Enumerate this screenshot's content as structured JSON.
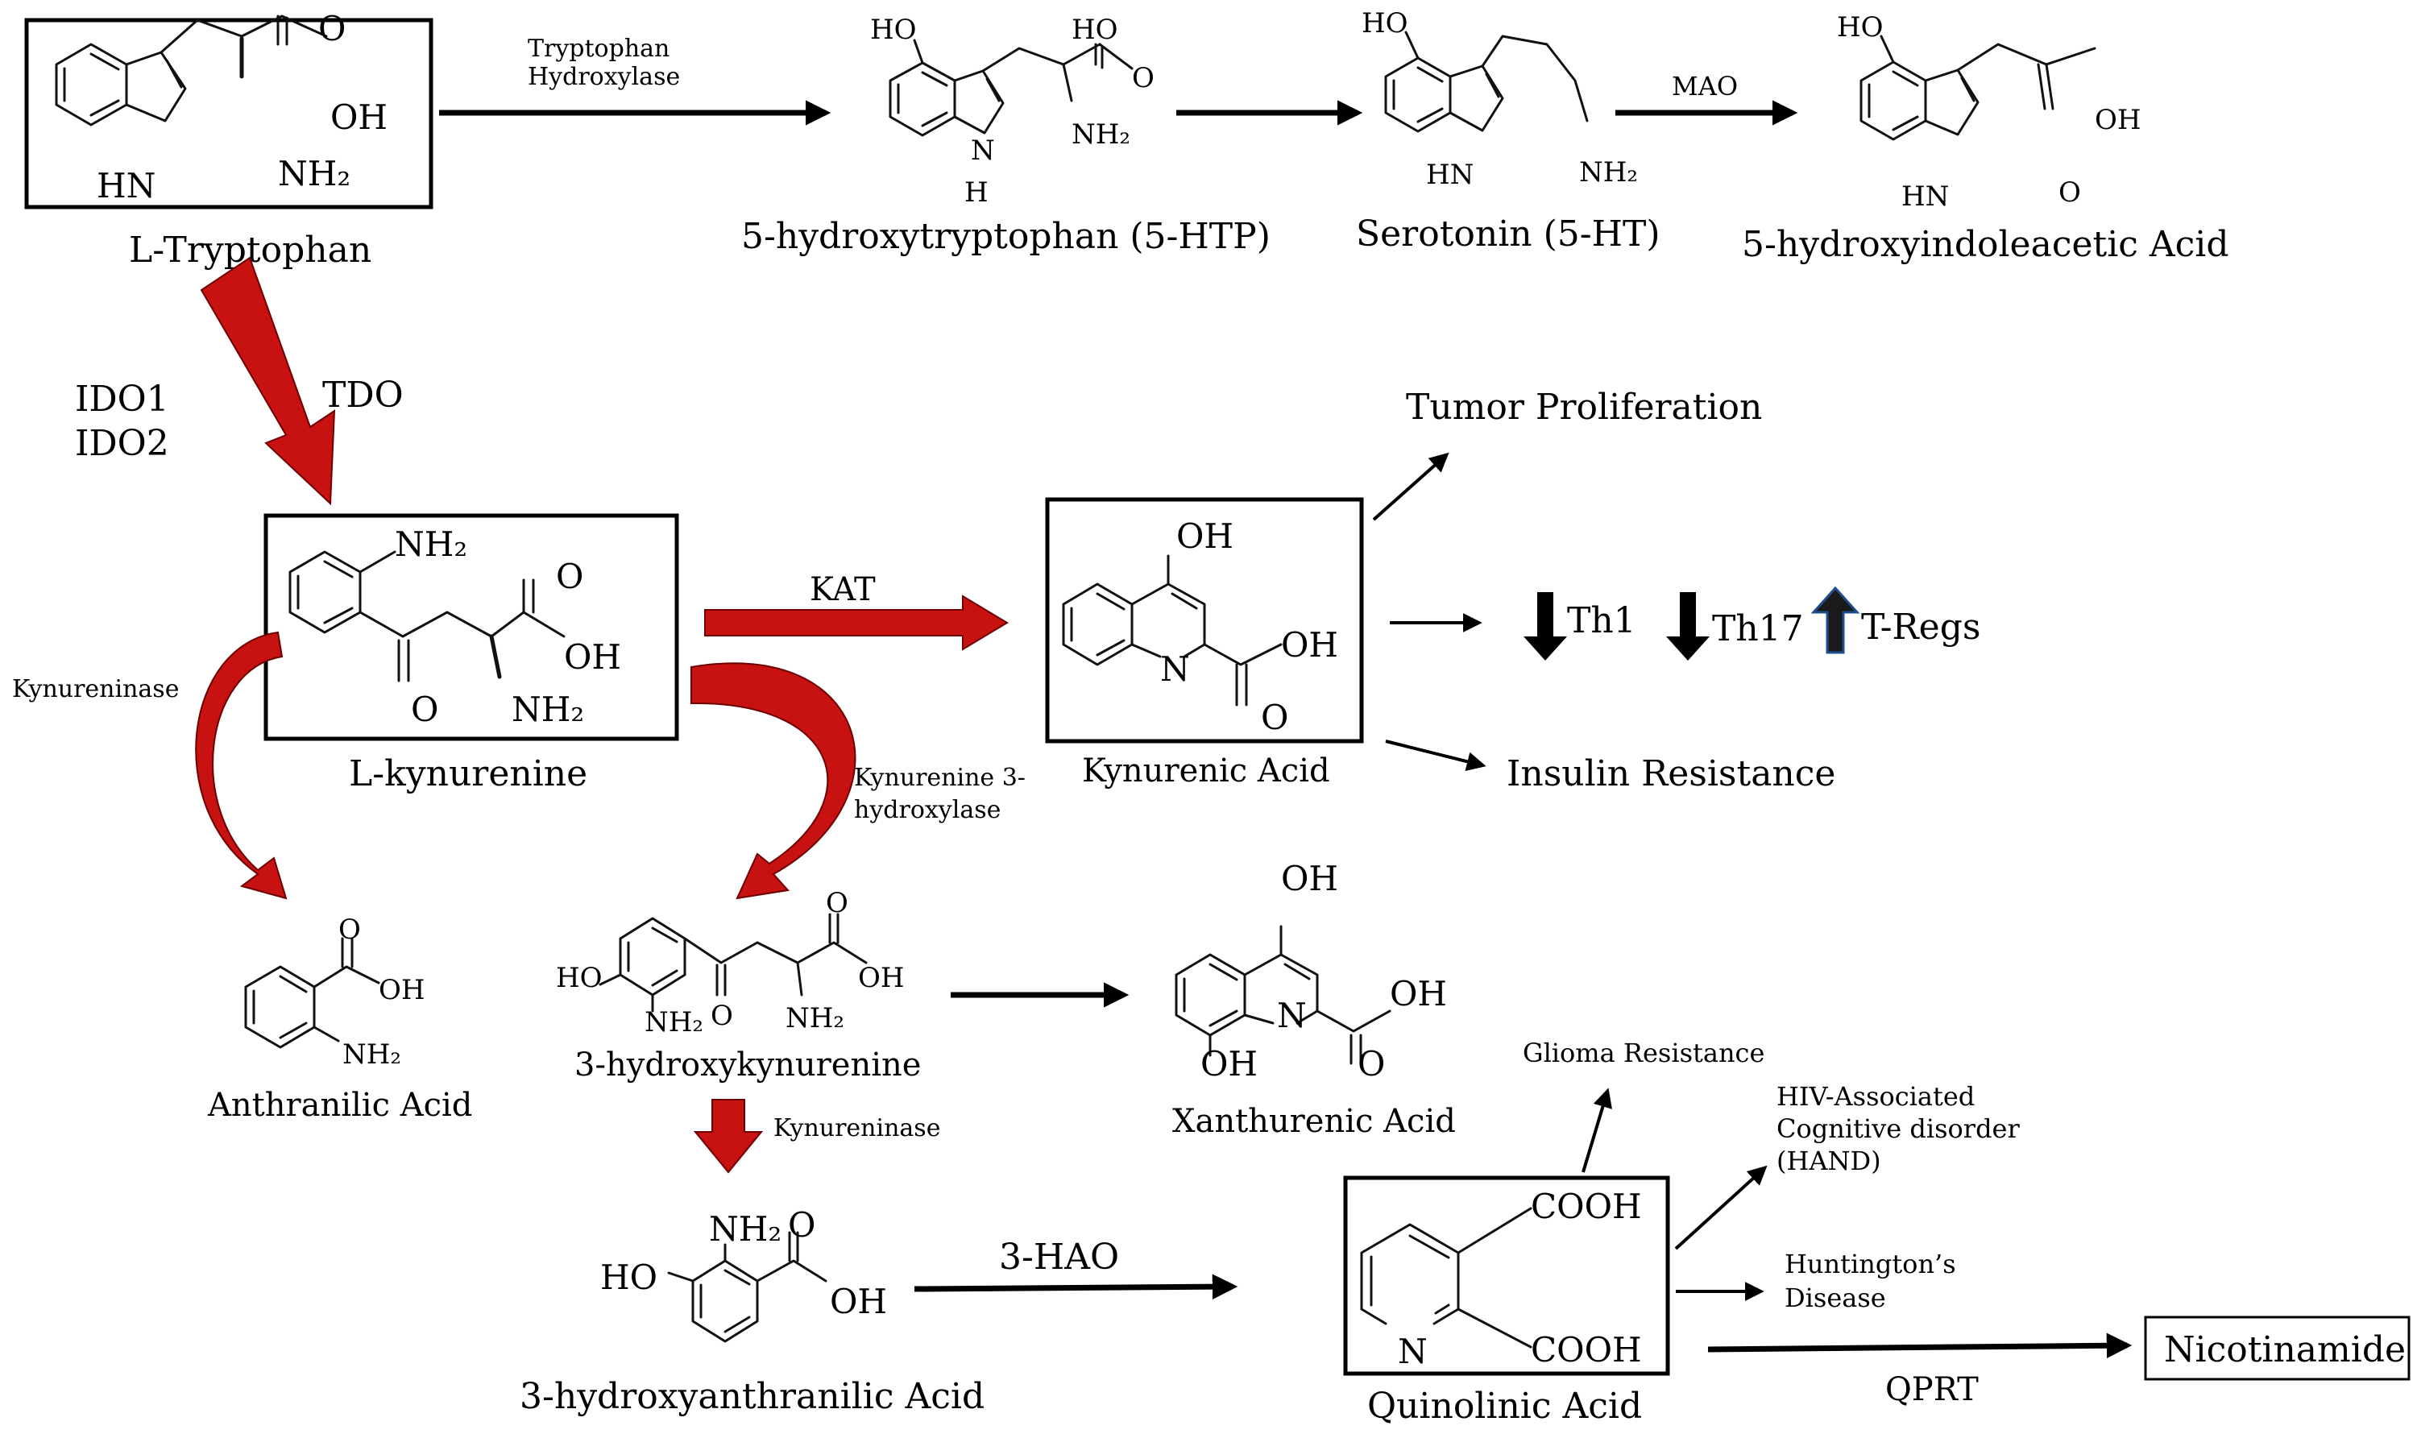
{
  "molecules": {
    "tryptophan": "L-Tryptophan",
    "htp": "5-hydroxytryptophan (5-HTP)",
    "serotonin": "Serotonin (5-HT)",
    "hiaa": "5-hydroxyindoleacetic Acid",
    "kynurenine": "L-kynurenine",
    "kynurenic": "Kynurenic Acid",
    "anthranilic": "Anthranilic Acid",
    "hydroxykynurenine": "3-hydroxykynurenine",
    "xanthurenic": "Xanthurenic Acid",
    "hydroxyanthranilic": "3-hydroxyanthranilic Acid",
    "quinolinic": "Quinolinic Acid",
    "nicotinamide": "Nicotinamide"
  },
  "enzymes": {
    "tph_line1": "Tryptophan",
    "tph_line2": "Hydroxylase",
    "mao": "MAO",
    "ido1": "IDO1",
    "ido2": "IDO2",
    "tdo": "TDO",
    "kat": "KAT",
    "kynureninase_left": "Kynureninase",
    "kmo_line1": "Kynurenine 3-",
    "kmo_line2": "hydroxylase",
    "kynureninase_mid": "Kynureninase",
    "hao": "3-HAO",
    "qprt": "QPRT"
  },
  "effects": {
    "tumor": "Tumor Proliferation",
    "th1": "Th1",
    "th17": "Th17",
    "tregs": "T-Regs",
    "insulin": "Insulin Resistance",
    "glioma": "Glioma Resistance",
    "hand_line1": "HIV-Associated",
    "hand_line2": "Cognitive disorder",
    "hand_line3": "(HAND)",
    "hd_line1": "Huntington’s",
    "hd_line2": "Disease"
  },
  "atoms": {
    "O": "O",
    "OH": "OH",
    "HO": "HO",
    "HN": "HN",
    "H": "H",
    "N": "N",
    "NH2": "NH₂",
    "COOH": "COOH"
  },
  "colors": {
    "pathway_red": "#c81111",
    "regulation_blue": "#1f4e8c",
    "ink": "#000000"
  }
}
